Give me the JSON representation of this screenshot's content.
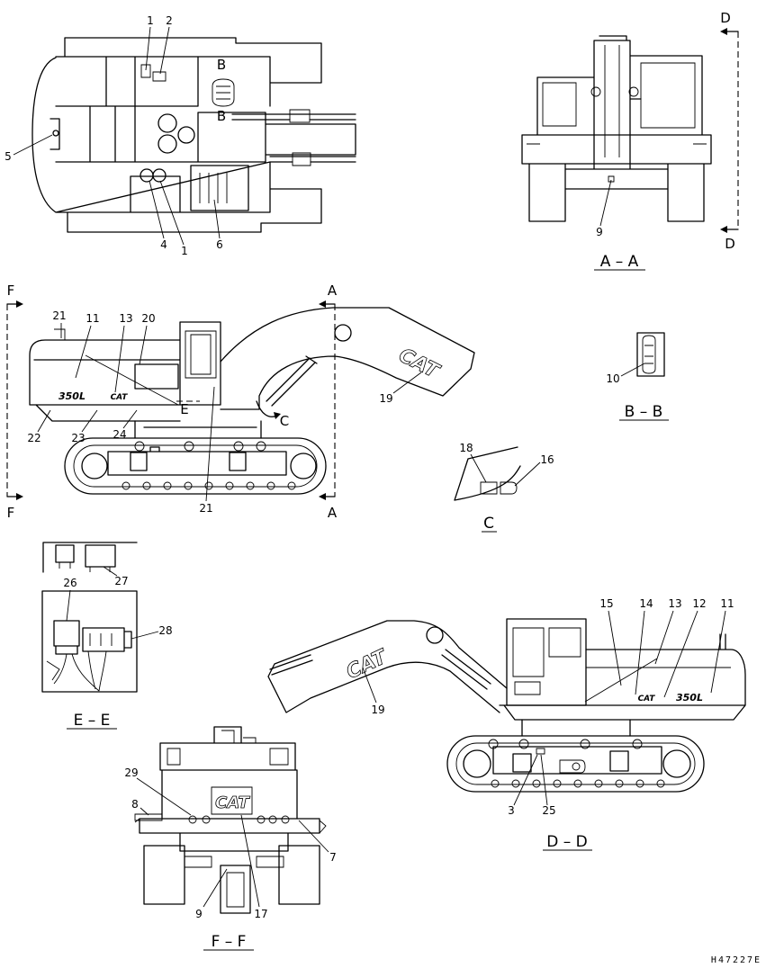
{
  "drawing_number": "H47227E",
  "plan_view": {
    "callouts": [
      "1",
      "2",
      "5",
      "4",
      "1",
      "6"
    ],
    "section_markers": [
      "B",
      "B"
    ]
  },
  "view_a_a": {
    "title": "A – A",
    "callouts": [
      "9"
    ],
    "section_markers": [
      "D",
      "D"
    ]
  },
  "side_view": {
    "callouts": [
      "21",
      "11",
      "13",
      "20",
      "19",
      "22",
      "23",
      "24",
      "21"
    ],
    "section_markers": [
      "F",
      "F",
      "A",
      "A",
      "E",
      "C"
    ],
    "decals": [
      "CAT",
      "350L",
      "CAT"
    ]
  },
  "view_b_b": {
    "title": "B – B",
    "callouts": [
      "10"
    ]
  },
  "view_c": {
    "title": "C",
    "callouts": [
      "18",
      "16"
    ]
  },
  "view_e_e": {
    "title": "E – E",
    "callouts": [
      "27",
      "26",
      "28"
    ]
  },
  "view_d_d": {
    "title": "D – D",
    "callouts": [
      "15",
      "14",
      "13",
      "12",
      "11",
      "19",
      "3",
      "25"
    ],
    "decals": [
      "CAT",
      "CAT",
      "350L"
    ]
  },
  "view_f_f": {
    "title": "F – F",
    "callouts": [
      "29",
      "8",
      "7",
      "9",
      "17"
    ],
    "decals": [
      "CAT"
    ]
  }
}
